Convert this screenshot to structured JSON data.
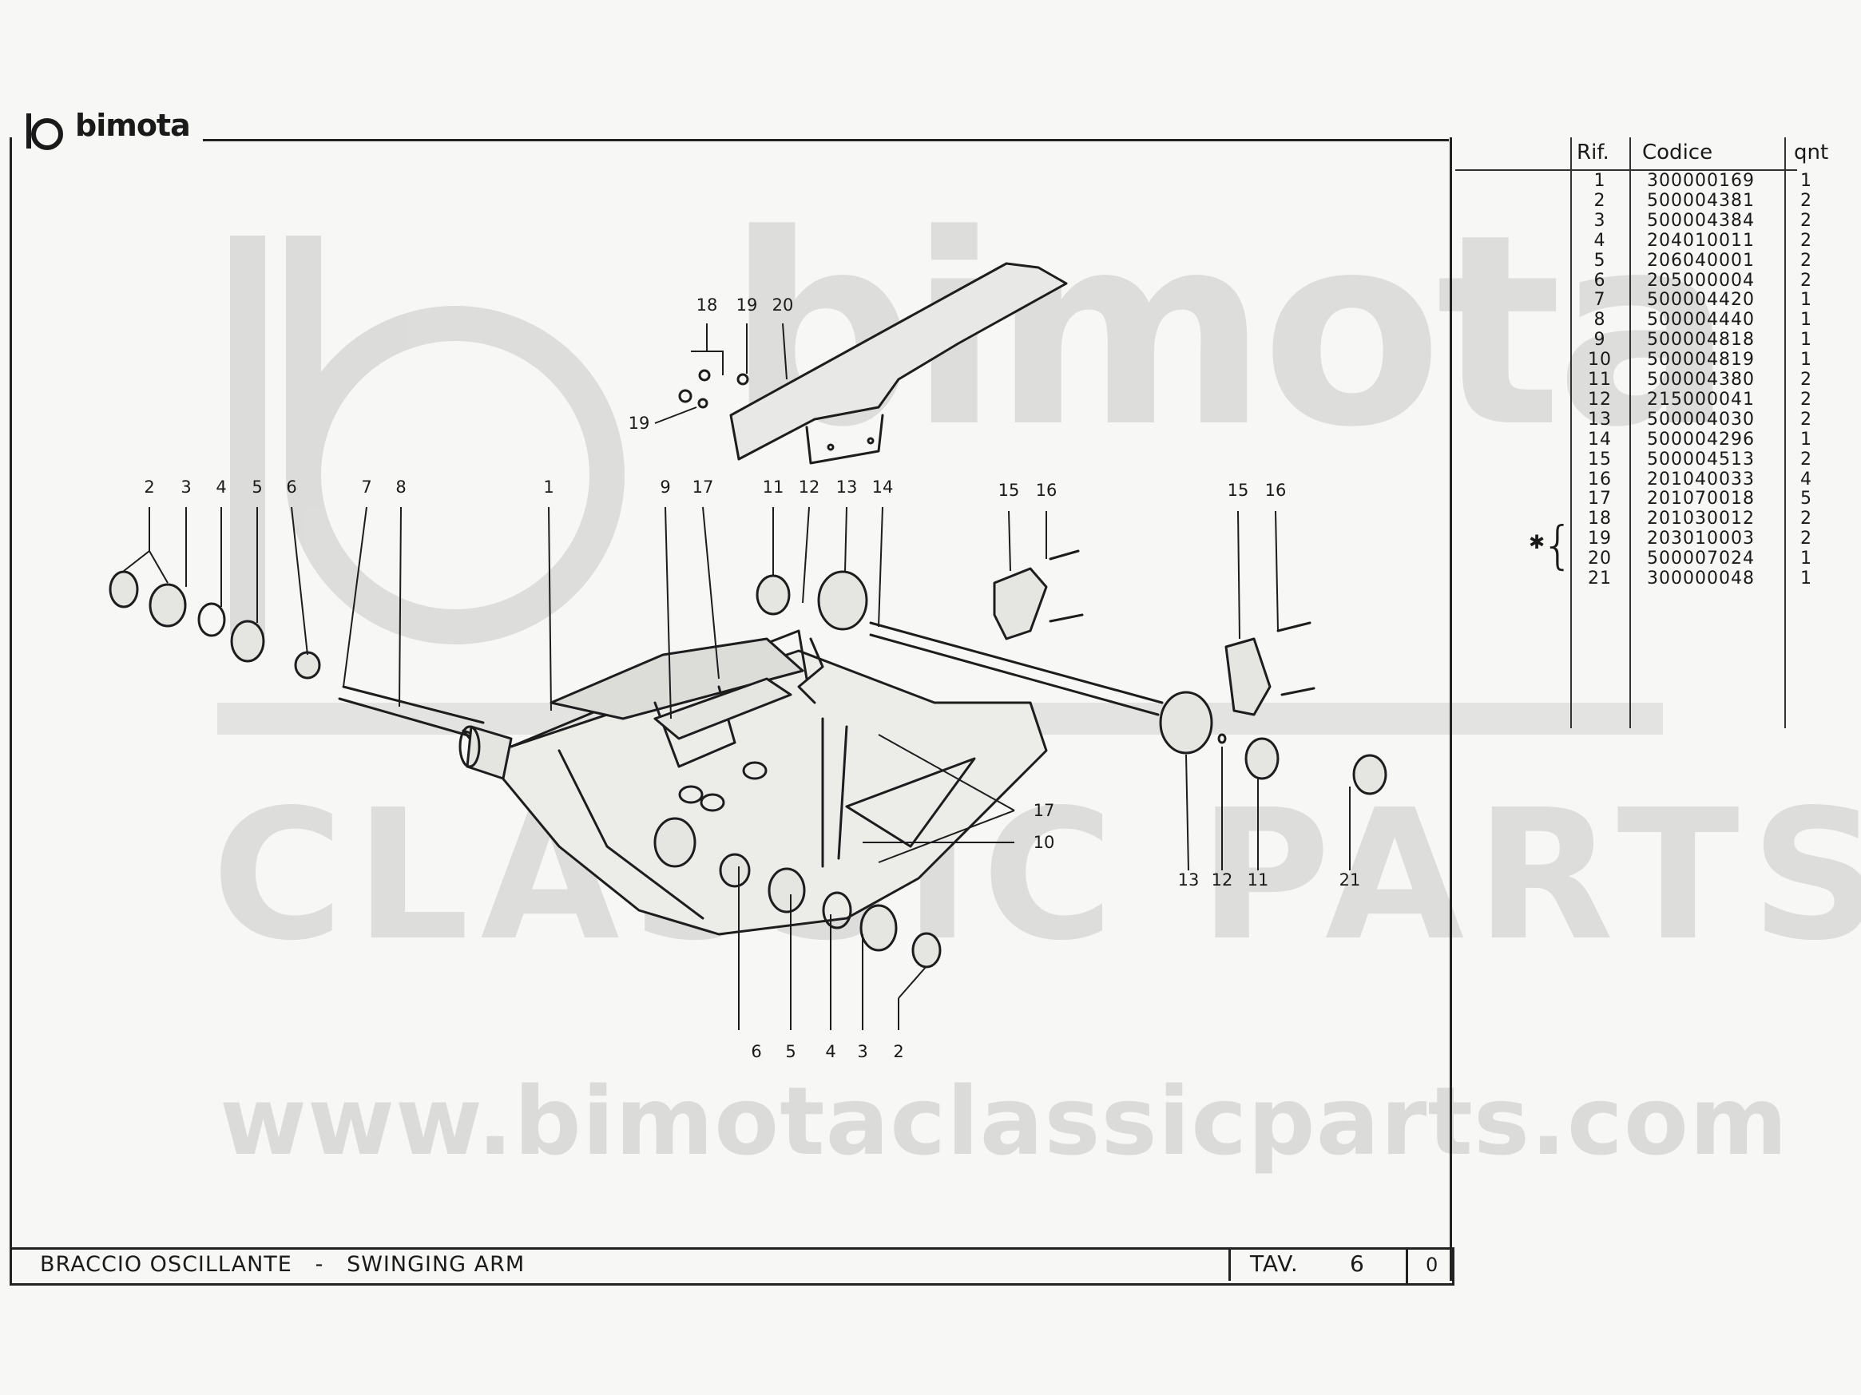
{
  "header": {
    "brand": "bimota"
  },
  "watermark": {
    "brand": "bimota",
    "line": "CLASSIC PARTS",
    "url": "www.bimotaclassicparts.com"
  },
  "title_block": {
    "title": "BRACCIO OSCILLANTE",
    "separator": "-",
    "subtitle": "SWINGING ARM",
    "tav_label": "TAV.",
    "tav_number": "6",
    "revision": "0"
  },
  "parts_table": {
    "headers": {
      "rif": "Rif.",
      "codice": "Codice",
      "qnt": "qnt"
    },
    "rows": [
      {
        "rif": "1",
        "codice": "300000169",
        "qnt": "1"
      },
      {
        "rif": "2",
        "codice": "500004381",
        "qnt": "2"
      },
      {
        "rif": "3",
        "codice": "500004384",
        "qnt": "2"
      },
      {
        "rif": "4",
        "codice": "204010011",
        "qnt": "2"
      },
      {
        "rif": "5",
        "codice": "206040001",
        "qnt": "2"
      },
      {
        "rif": "6",
        "codice": "205000004",
        "qnt": "2"
      },
      {
        "rif": "7",
        "codice": "500004420",
        "qnt": "1"
      },
      {
        "rif": "8",
        "codice": "500004440",
        "qnt": "1"
      },
      {
        "rif": "9",
        "codice": "500004818",
        "qnt": "1"
      },
      {
        "rif": "10",
        "codice": "500004819",
        "qnt": "1"
      },
      {
        "rif": "11",
        "codice": "500004380",
        "qnt": "2"
      },
      {
        "rif": "12",
        "codice": "215000041",
        "qnt": "2"
      },
      {
        "rif": "13",
        "codice": "500004030",
        "qnt": "2"
      },
      {
        "rif": "14",
        "codice": "500004296",
        "qnt": "1"
      },
      {
        "rif": "15",
        "codice": "500004513",
        "qnt": "2"
      },
      {
        "rif": "16",
        "codice": "201040033",
        "qnt": "4"
      },
      {
        "rif": "17",
        "codice": "201070018",
        "qnt": "5"
      },
      {
        "rif": "18",
        "codice": "201030012",
        "qnt": "2"
      },
      {
        "rif": "19",
        "codice": "203010003",
        "qnt": "2"
      },
      {
        "rif": "20",
        "codice": "500007024",
        "qnt": "1"
      },
      {
        "rif": "21",
        "codice": "300000048",
        "qnt": "1"
      }
    ],
    "marker": "✱"
  },
  "callouts": {
    "top": [
      "2",
      "3",
      "4",
      "5",
      "6",
      "7",
      "8",
      "1",
      "9",
      "17",
      "11",
      "12",
      "13",
      "14",
      "15",
      "16",
      "15",
      "16"
    ],
    "guard": [
      "18",
      "19",
      "20",
      "19"
    ],
    "bottom_left": [
      "6",
      "5",
      "4",
      "3",
      "2"
    ],
    "bottom_right": [
      "13",
      "12",
      "11",
      "21"
    ],
    "side": [
      "17",
      "10"
    ]
  }
}
